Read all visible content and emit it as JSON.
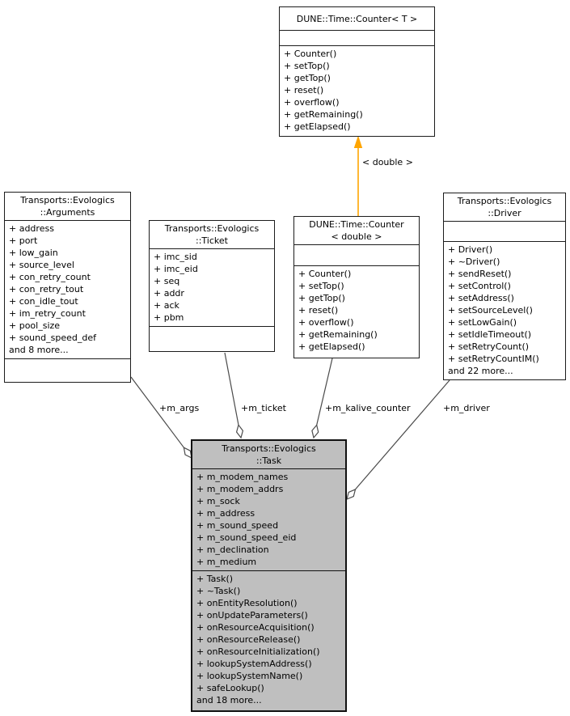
{
  "diagram": {
    "type": "uml-collaboration-graph",
    "colors": {
      "background": "#ffffff",
      "node_fill": "#ffffff",
      "highlight_node_fill": "#bfbfbf",
      "border": "#1c1c1c",
      "edge": "#4a4a4a",
      "template_arrow": "#ffa500"
    }
  },
  "classes": {
    "counter_t": {
      "title_lines": [
        "DUNE::Time::Counter< T >"
      ],
      "attributes": [],
      "methods": [
        "+ Counter()",
        "+ setTop()",
        "+ getTop()",
        "+ reset()",
        "+ overflow()",
        "+ getRemaining()",
        "+ getElapsed()"
      ]
    },
    "arguments": {
      "title_lines": [
        "Transports::Evologics",
        "::Arguments"
      ],
      "attributes": [
        "+ address",
        "+ port",
        "+ low_gain",
        "+ source_level",
        "+ con_retry_count",
        "+ con_retry_tout",
        "+ con_idle_tout",
        "+ im_retry_count",
        "+ pool_size",
        "+ sound_speed_def",
        "and 8 more..."
      ],
      "methods": []
    },
    "ticket": {
      "title_lines": [
        "Transports::Evologics",
        "::Ticket"
      ],
      "attributes": [
        "+ imc_sid",
        "+ imc_eid",
        "+ seq",
        "+ addr",
        "+ ack",
        "+ pbm"
      ],
      "methods": []
    },
    "counter_double": {
      "title_lines": [
        "DUNE::Time::Counter",
        "< double >"
      ],
      "attributes": [],
      "methods": [
        "+ Counter()",
        "+ setTop()",
        "+ getTop()",
        "+ reset()",
        "+ overflow()",
        "+ getRemaining()",
        "+ getElapsed()"
      ]
    },
    "driver": {
      "title_lines": [
        "Transports::Evologics",
        "::Driver"
      ],
      "attributes": [],
      "methods": [
        "+ Driver()",
        "+ ~Driver()",
        "+ sendReset()",
        "+ setControl()",
        "+ setAddress()",
        "+ setSourceLevel()",
        "+ setLowGain()",
        "+ setIdleTimeout()",
        "+ setRetryCount()",
        "+ setRetryCountIM()",
        "and 22 more..."
      ]
    },
    "task": {
      "title_lines": [
        "Transports::Evologics",
        "::Task"
      ],
      "attributes": [
        "+ m_modem_names",
        "+ m_modem_addrs",
        "+ m_sock",
        "+ m_address",
        "+ m_sound_speed",
        "+ m_sound_speed_eid",
        "+ m_declination",
        "+ m_medium"
      ],
      "methods": [
        "+ Task()",
        "+ ~Task()",
        "+ onEntityResolution()",
        "+ onUpdateParameters()",
        "+ onResourceAcquisition()",
        "+ onResourceRelease()",
        "+ onResourceInitialization()",
        "+ lookupSystemAddress()",
        "+ lookupSystemName()",
        "+ safeLookup()",
        "and 18 more..."
      ]
    }
  },
  "edges": {
    "template_instantiation": {
      "label": "< double >"
    },
    "m_args": {
      "label": "+m_args"
    },
    "m_ticket": {
      "label": "+m_ticket"
    },
    "m_kalive_counter": {
      "label": "+m_kalive_counter"
    },
    "m_driver": {
      "label": "+m_driver"
    }
  }
}
